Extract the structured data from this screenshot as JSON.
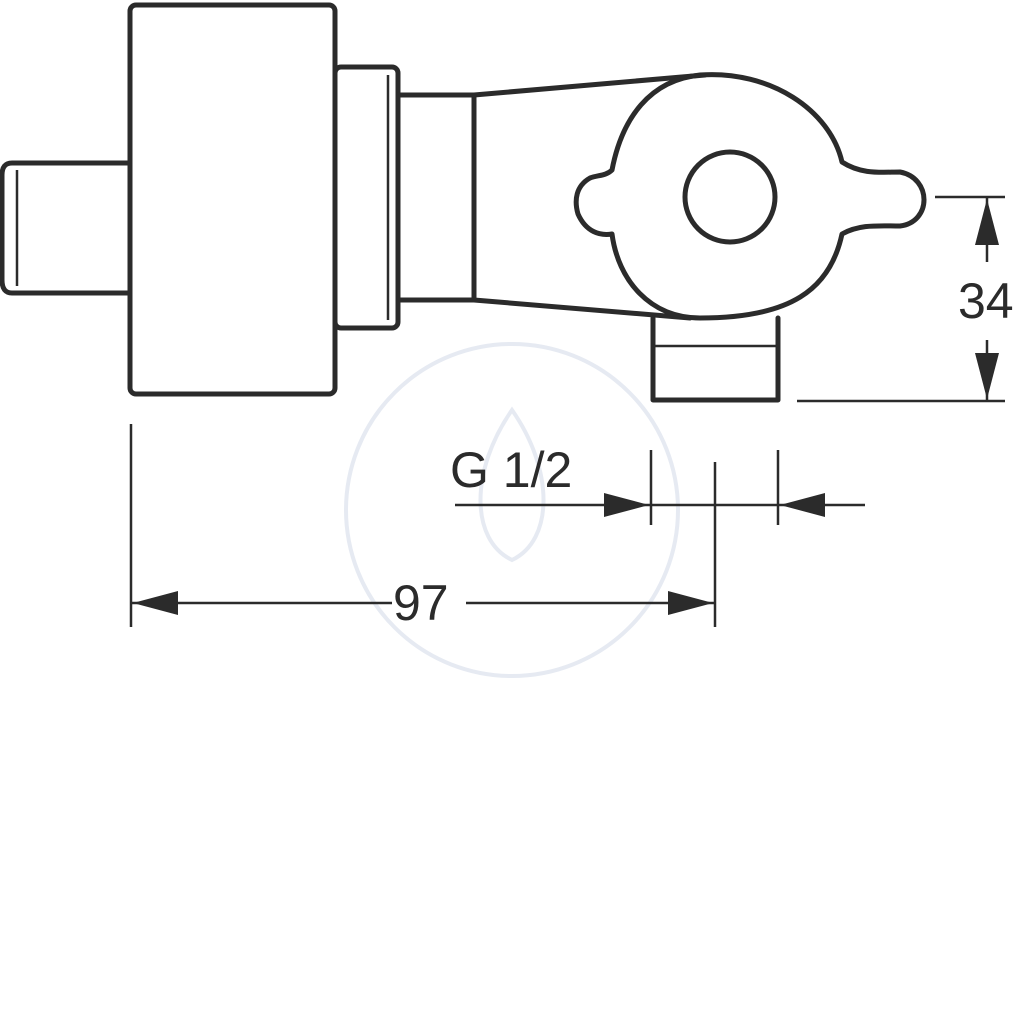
{
  "dimensions": {
    "height_label": "34",
    "thread_label": "G 1/2",
    "length_label": "97"
  },
  "colors": {
    "line": "#2b2b2b",
    "background": "#ffffff",
    "watermark": "#e6eaf2"
  }
}
